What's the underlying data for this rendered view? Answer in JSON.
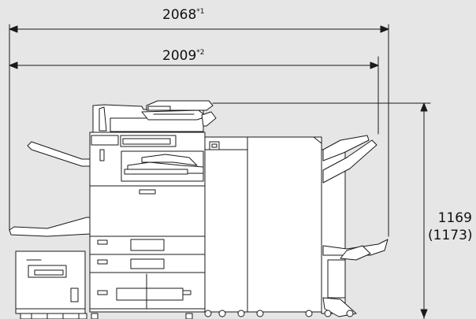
{
  "dimensions": {
    "overall_width": {
      "value": "2068",
      "note": "*1"
    },
    "machine_width": {
      "value": "2009",
      "note": "*2"
    },
    "height": {
      "value": "1169",
      "alt_value": "(1173)"
    }
  },
  "colors": {
    "background": "#e6e6e6",
    "machine_body": "#ffffff",
    "outline": "#1a1a1a"
  }
}
